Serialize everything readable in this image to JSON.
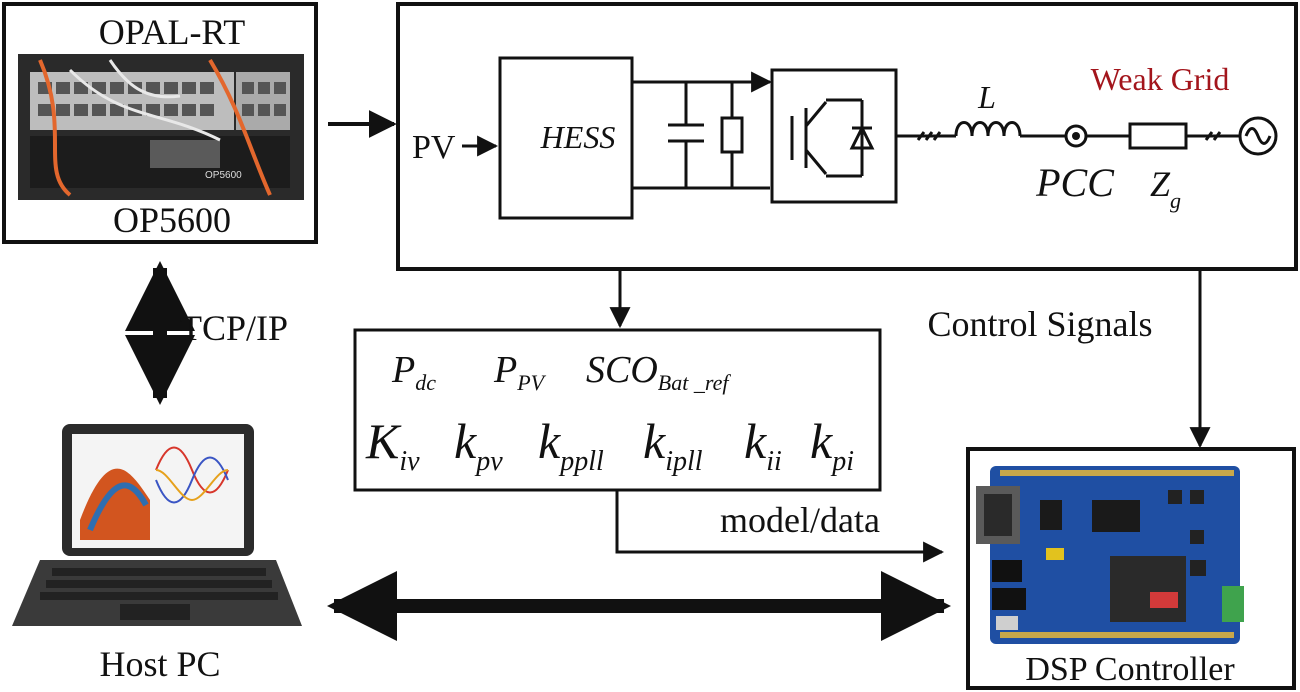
{
  "opal": {
    "title": "OPAL-RT",
    "model": "OP5600",
    "front_badge": "OP5600"
  },
  "link_label": "TCP/IP",
  "host_label": "Host PC",
  "plant": {
    "pv": "PV",
    "hess": "HESS",
    "inductor": "L",
    "pcc": "PCC",
    "grid_label": "Weak Grid",
    "impedance": {
      "sym": "Z",
      "sub": "g"
    }
  },
  "params": {
    "row1": [
      {
        "sym": "P",
        "sub": "dc"
      },
      {
        "sym": "P",
        "sub": "PV"
      },
      {
        "sym": "SCO",
        "sub": "Bat _ref"
      }
    ],
    "row2": [
      {
        "sym": "K",
        "sub": "iv"
      },
      {
        "sym": "k",
        "sub": "pv"
      },
      {
        "sym": "k",
        "sub": "ppll"
      },
      {
        "sym": "k",
        "sub": "ipll"
      },
      {
        "sym": "k",
        "sub": "ii"
      },
      {
        "sym": "k",
        "sub": "pi"
      }
    ]
  },
  "control_label": "Control Signals",
  "model_label": "model/data",
  "dsp_label": "DSP Controller",
  "colors": {
    "grid_label": "#a3151c",
    "line": "#111111",
    "board": "#1f4fa3"
  }
}
